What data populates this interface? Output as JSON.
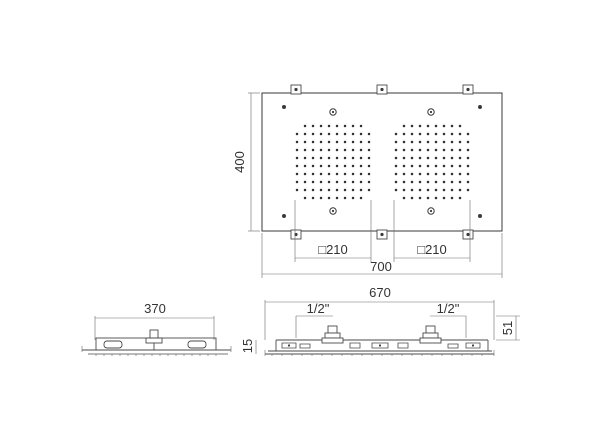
{
  "top_view": {
    "dim_width": "700",
    "dim_height": "400",
    "dim_panel_left": "□210",
    "dim_panel_right": "□210"
  },
  "side_view_small": {
    "dim_width": "370",
    "dim_height": "15"
  },
  "side_view_large": {
    "dim_width": "670",
    "dim_height": "51",
    "dim_inlet_left": "1/2\"",
    "dim_inlet_right": "1/2\""
  },
  "colors": {
    "line": "#4a4a4a",
    "text": "#333333",
    "background": "#ffffff"
  }
}
